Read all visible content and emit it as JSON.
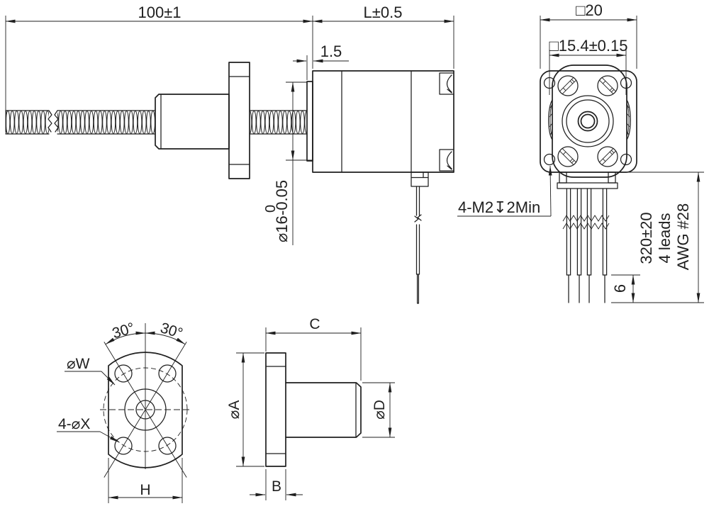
{
  "title": "Lead screw stepper motor dimensional drawing",
  "colors": {
    "ink": "#1f1f1f",
    "background": "#ffffff"
  },
  "views": {
    "side": {
      "screw_length": "100±1",
      "motor_length": "L±0.5",
      "boss_length": "1.5",
      "boss_dia_main": "⌀16",
      "boss_dia_tol_upper": "0",
      "boss_dia_tol_lower": "-0.05"
    },
    "front": {
      "body_size": "□20",
      "hole_spacing": "□15.4±0.15",
      "tap_note": "4-M2↧2Min",
      "lead_length": "320±20",
      "lead_count": "4 leads",
      "lead_gauge": "AWG #28",
      "strip_length": "6"
    },
    "nut_front": {
      "angle_left": "30°",
      "angle_right": "30°",
      "bolt_circle_dia": "⌀W",
      "hole_note": "4-⌀X",
      "width_across_flats": "H"
    },
    "nut_side": {
      "overall_length": "C",
      "flange_dia": "⌀A",
      "body_dia": "⌀D",
      "flange_thickness": "B"
    }
  }
}
